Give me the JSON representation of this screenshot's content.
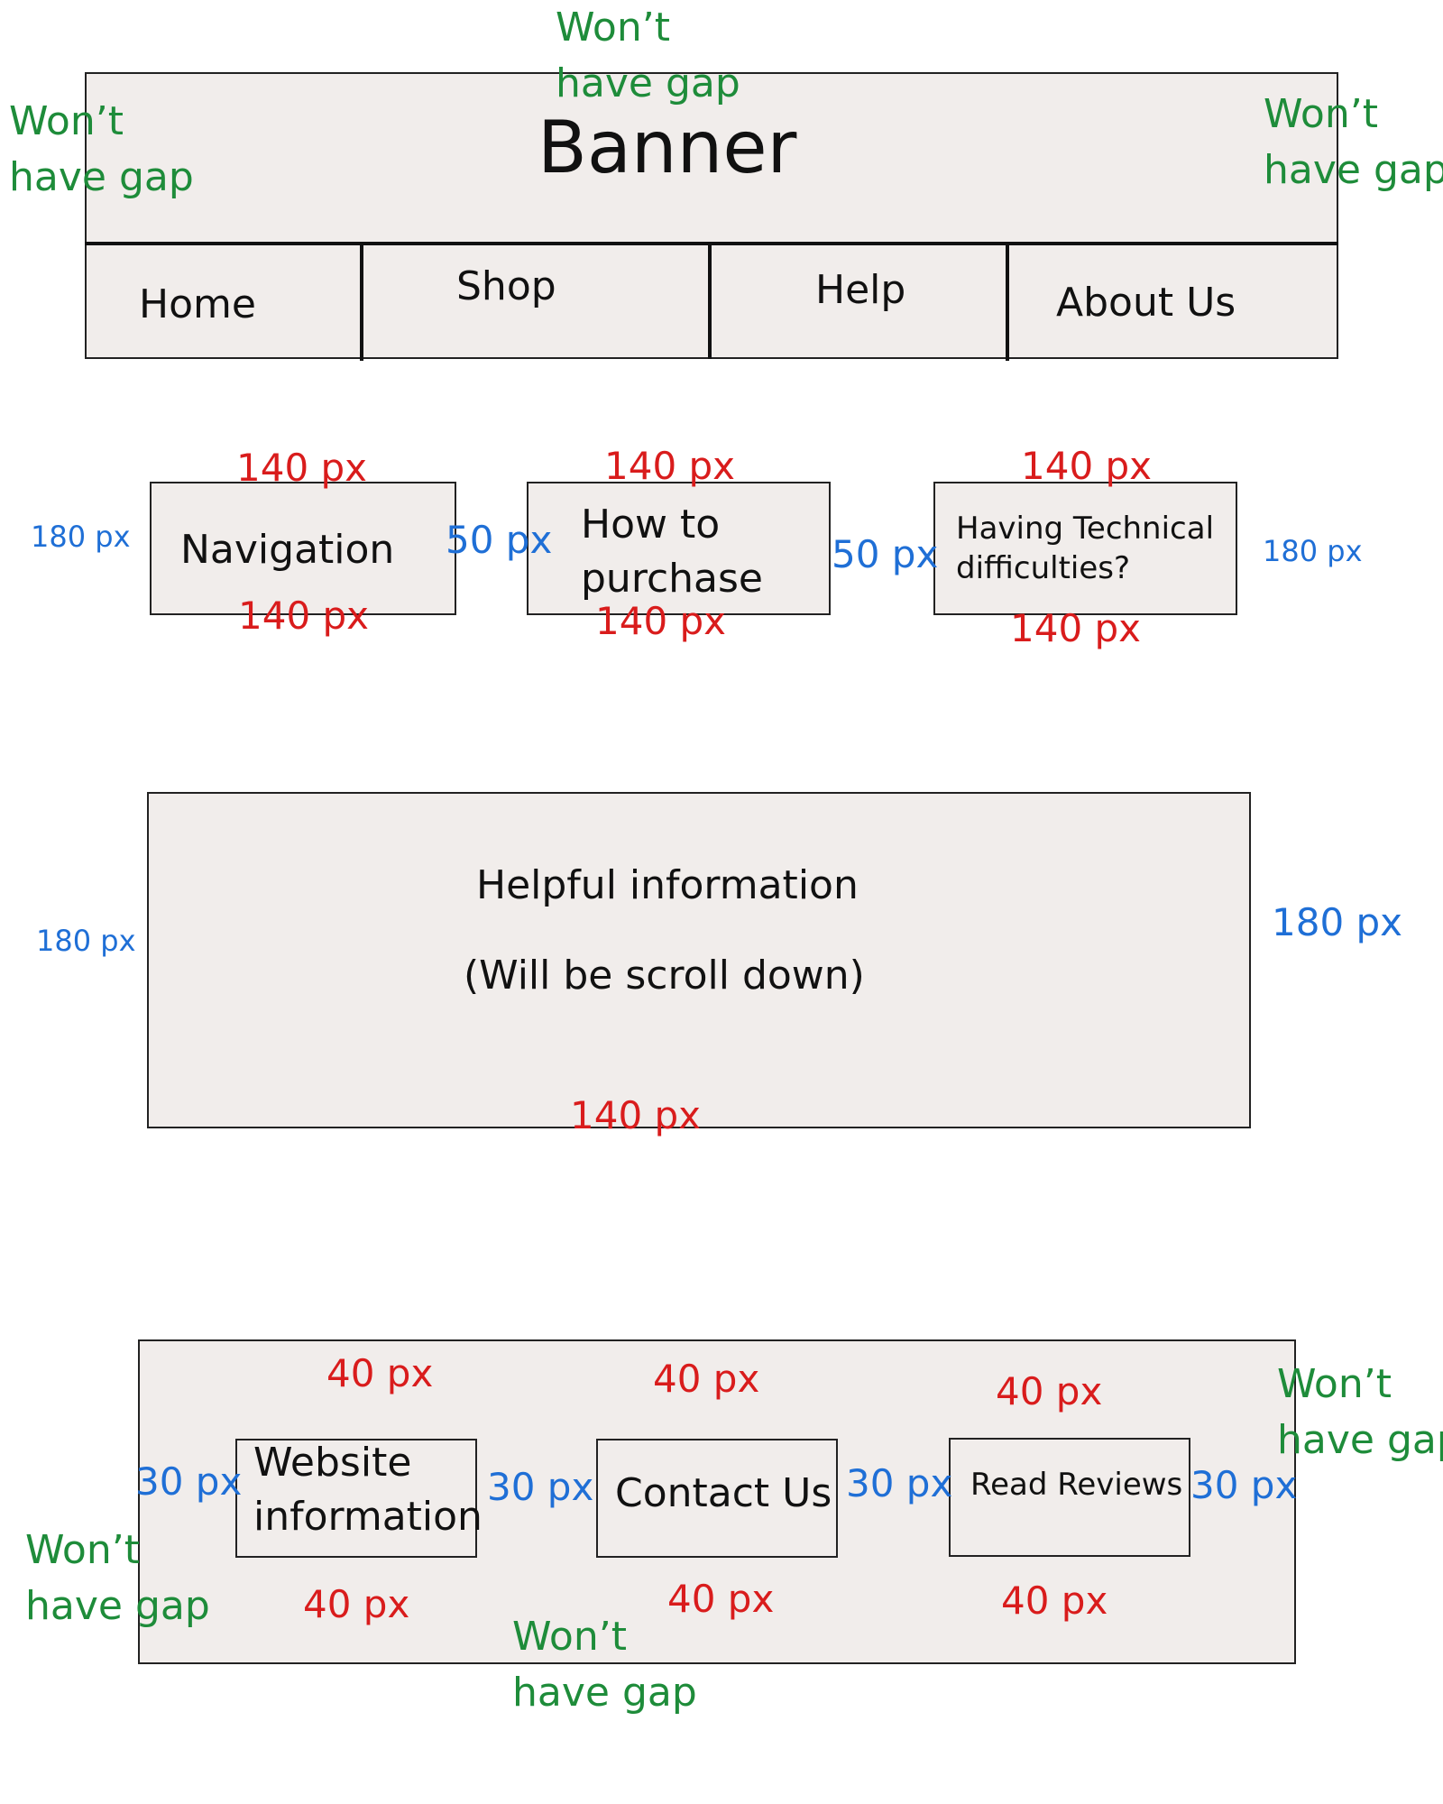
{
  "header": {
    "banner_title": "Banner",
    "nav": [
      "Home",
      "Shop",
      "Help",
      "About Us"
    ]
  },
  "notes": {
    "wont_have_gap": "Won’t\nhave gap"
  },
  "middle": {
    "boxes": [
      "Navigation",
      "How to\npurchase",
      "Having Technical\ndifficulties?"
    ],
    "measure_140": "140 px",
    "measure_180": "180 px",
    "measure_50": "50 px"
  },
  "info": {
    "line1": "Helpful information",
    "line2": "(Will be scroll down)"
  },
  "footer": {
    "boxes": [
      "Website\ninformation",
      "Contact Us",
      "Read Reviews"
    ],
    "measure_40": "40 px",
    "measure_30": "30 px"
  },
  "colors": {
    "box_fill": "#f1edeb",
    "green": "#1e8c3a",
    "red": "#d91c1c",
    "blue": "#1f6fd6"
  }
}
